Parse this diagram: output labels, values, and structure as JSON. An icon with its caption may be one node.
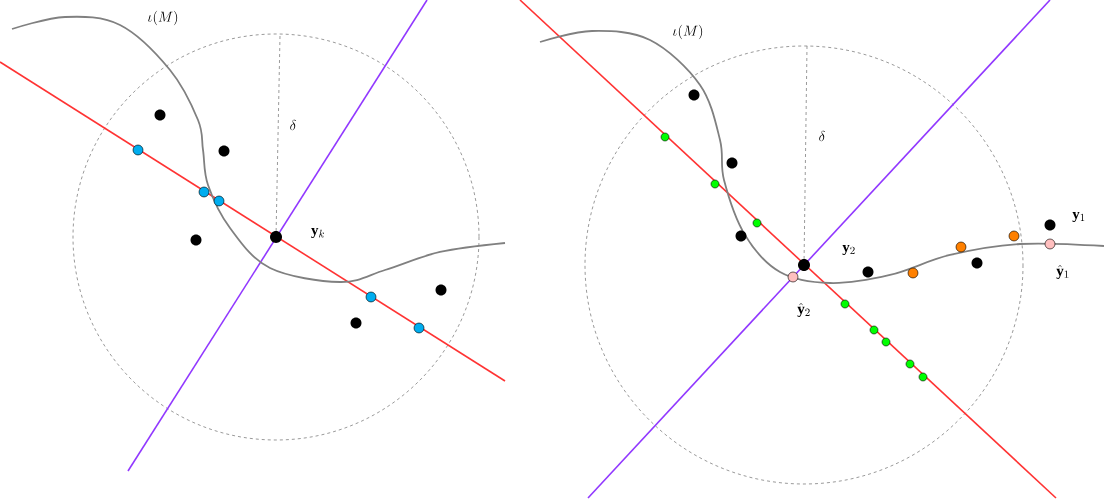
{
  "diagram": {
    "labels": [
      "\\iota(M)",
      "\\delta",
      "\\mathbf{y}_k",
      "\\iota(M)",
      "\\delta",
      "\\mathbf{y}_2",
      "\\mathbf{y}_1",
      "\\hat{\\mathbf{y}}_1",
      "\\hat{\\mathbf{y}}_2"
    ]
  }
}
